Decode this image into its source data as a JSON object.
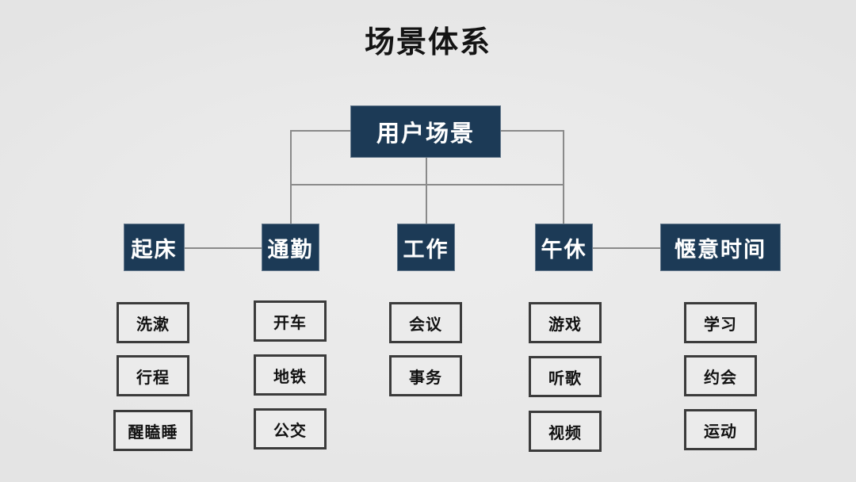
{
  "title": "场景体系",
  "colors": {
    "background": "#eaeaea",
    "node_fill": "#1c3a56",
    "node_text": "#ffffff",
    "leaf_fill": "#ebebeb",
    "leaf_border": "#3b3b3b",
    "connector": "#8a8a8a",
    "title_text": "#141414"
  },
  "diagram": {
    "type": "tree",
    "root": {
      "label": "用户场景"
    },
    "branches": [
      {
        "label": "起床",
        "children": [
          {
            "label": "洗漱"
          },
          {
            "label": "行程"
          },
          {
            "label": "醒瞌睡"
          }
        ]
      },
      {
        "label": "通勤",
        "children": [
          {
            "label": "开车"
          },
          {
            "label": "地铁"
          },
          {
            "label": "公交"
          }
        ]
      },
      {
        "label": "工作",
        "children": [
          {
            "label": "会议"
          },
          {
            "label": "事务"
          }
        ]
      },
      {
        "label": "午休",
        "children": [
          {
            "label": "游戏"
          },
          {
            "label": "听歌"
          },
          {
            "label": "视频"
          }
        ]
      },
      {
        "label": "惬意时间",
        "children": [
          {
            "label": "学习"
          },
          {
            "label": "约会"
          },
          {
            "label": "运动"
          }
        ]
      }
    ]
  }
}
